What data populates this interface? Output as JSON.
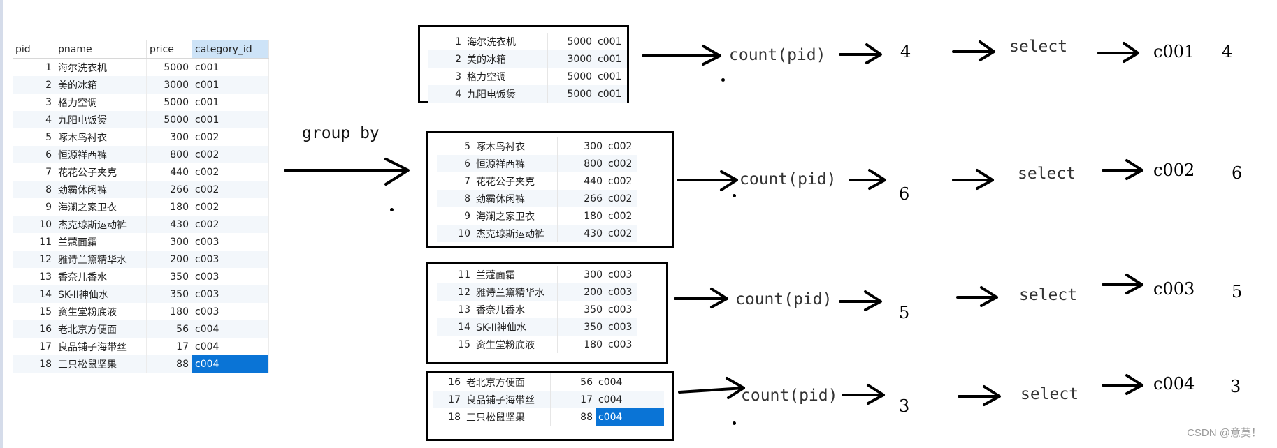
{
  "source_table": {
    "columns": [
      "pid",
      "pname",
      "price",
      "category_id"
    ],
    "rows": [
      {
        "pid": "1",
        "pname": "海尔洗衣机",
        "price": "5000",
        "category_id": "c001"
      },
      {
        "pid": "2",
        "pname": "美的冰箱",
        "price": "3000",
        "category_id": "c001"
      },
      {
        "pid": "3",
        "pname": "格力空调",
        "price": "5000",
        "category_id": "c001"
      },
      {
        "pid": "4",
        "pname": "九阳电饭煲",
        "price": "5000",
        "category_id": "c001"
      },
      {
        "pid": "5",
        "pname": "啄木鸟衬衣",
        "price": "300",
        "category_id": "c002"
      },
      {
        "pid": "6",
        "pname": "恒源祥西裤",
        "price": "800",
        "category_id": "c002"
      },
      {
        "pid": "7",
        "pname": "花花公子夹克",
        "price": "440",
        "category_id": "c002"
      },
      {
        "pid": "8",
        "pname": "劲霸休闲裤",
        "price": "266",
        "category_id": "c002"
      },
      {
        "pid": "9",
        "pname": "海澜之家卫衣",
        "price": "180",
        "category_id": "c002"
      },
      {
        "pid": "10",
        "pname": "杰克琼斯运动裤",
        "price": "430",
        "category_id": "c002"
      },
      {
        "pid": "11",
        "pname": "兰蔻面霜",
        "price": "300",
        "category_id": "c003"
      },
      {
        "pid": "12",
        "pname": "雅诗兰黛精华水",
        "price": "200",
        "category_id": "c003"
      },
      {
        "pid": "13",
        "pname": "香奈儿香水",
        "price": "350",
        "category_id": "c003"
      },
      {
        "pid": "14",
        "pname": "SK-II神仙水",
        "price": "350",
        "category_id": "c003"
      },
      {
        "pid": "15",
        "pname": "资生堂粉底液",
        "price": "180",
        "category_id": "c003"
      },
      {
        "pid": "16",
        "pname": "老北京方便面",
        "price": "56",
        "category_id": "c004"
      },
      {
        "pid": "17",
        "pname": "良品铺子海带丝",
        "price": "17",
        "category_id": "c004"
      },
      {
        "pid": "18",
        "pname": "三只松鼠坚果",
        "price": "88",
        "category_id": "c004"
      }
    ]
  },
  "group_by_label": "group by",
  "groups": [
    {
      "category": "c001",
      "count": "4",
      "count_label": "count(pid)",
      "select_label": "select",
      "rows": [
        [
          "1",
          "海尔洗衣机",
          "5000",
          "c001"
        ],
        [
          "2",
          "美的冰箱",
          "3000",
          "c001"
        ],
        [
          "3",
          "格力空调",
          "5000",
          "c001"
        ],
        [
          "4",
          "九阳电饭煲",
          "5000",
          "c001"
        ]
      ]
    },
    {
      "category": "c002",
      "count": "6",
      "count_label": "count(pid)",
      "select_label": "select",
      "rows": [
        [
          "5",
          "啄木鸟衬衣",
          "300",
          "c002"
        ],
        [
          "6",
          "恒源祥西裤",
          "800",
          "c002"
        ],
        [
          "7",
          "花花公子夹克",
          "440",
          "c002"
        ],
        [
          "8",
          "劲霸休闲裤",
          "266",
          "c002"
        ],
        [
          "9",
          "海澜之家卫衣",
          "180",
          "c002"
        ],
        [
          "10",
          "杰克琼斯运动裤",
          "430",
          "c002"
        ]
      ]
    },
    {
      "category": "c003",
      "count": "5",
      "count_label": "count(pid)",
      "select_label": "select",
      "rows": [
        [
          "11",
          "兰蔻面霜",
          "300",
          "c003"
        ],
        [
          "12",
          "雅诗兰黛精华水",
          "200",
          "c003"
        ],
        [
          "13",
          "香奈儿香水",
          "350",
          "c003"
        ],
        [
          "14",
          "SK-II神仙水",
          "350",
          "c003"
        ],
        [
          "15",
          "资生堂粉底液",
          "180",
          "c003"
        ]
      ]
    },
    {
      "category": "c004",
      "count": "3",
      "count_label": "count(pid)",
      "select_label": "select",
      "rows": [
        [
          "16",
          "老北京方便面",
          "56",
          "c004"
        ],
        [
          "17",
          "良品铺子海带丝",
          "17",
          "c004"
        ],
        [
          "18",
          "三只松鼠坚果",
          "88",
          "c004"
        ]
      ]
    }
  ],
  "watermark": "CSDN @意莫！"
}
